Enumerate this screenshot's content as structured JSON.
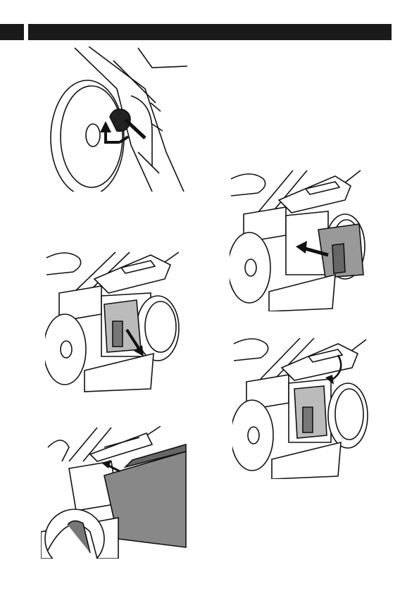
{
  "header": {
    "tab_color": "#1a1a1a",
    "bar_color": "#1a1a1a"
  },
  "figures": [
    {
      "id": "wheel-height-adjust",
      "icon": "wheel-lever-arrow"
    },
    {
      "id": "remove-mulch-plug",
      "icon": "mulch-plug-out-arrow"
    },
    {
      "id": "attach-grass-bag",
      "icon": "bag-hook-arrow"
    },
    {
      "id": "insert-mulch-plug",
      "icon": "mulch-plug-in-arrow"
    },
    {
      "id": "close-rear-flap",
      "icon": "flap-close-arrow"
    }
  ]
}
